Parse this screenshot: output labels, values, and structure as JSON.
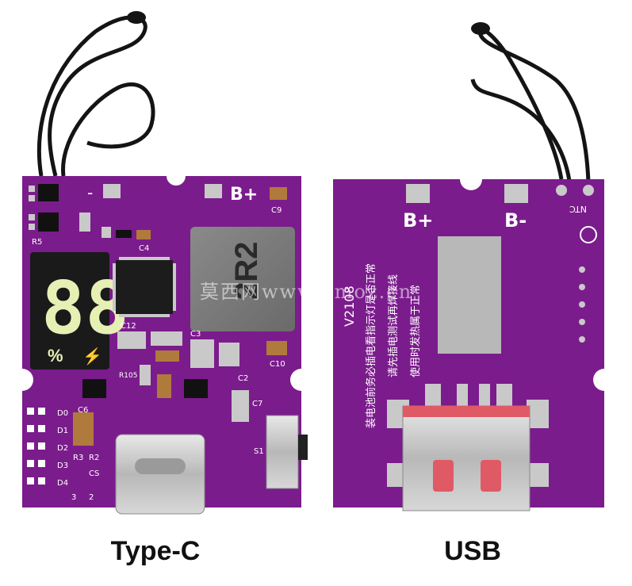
{
  "captions": {
    "left": "Type-C",
    "right": "USB"
  },
  "watermark": "莫西网www.dmoz.cn",
  "front_board": {
    "labels": {
      "minus": "-",
      "bplus": "B+",
      "c9": "C9",
      "r5": "R5",
      "c4": "C4",
      "inductor": "2R2",
      "c12": "C12",
      "c3": "C3",
      "r105": "R105",
      "c10": "C10",
      "c2": "C2",
      "c7": "C7",
      "c6": "C6",
      "s1": "S1",
      "d0": "D0",
      "d1": "D1",
      "d2": "D2",
      "r3": "R3",
      "r2": "R2",
      "d3": "D3",
      "d4": "D4",
      "cs": "CS",
      "num3": "3",
      "num2": "2"
    },
    "display": {
      "digits": "88",
      "percent": "%",
      "bolt": "⚡"
    }
  },
  "back_board": {
    "labels": {
      "bplus": "B+",
      "bminus": "B-",
      "ntc": "NTC",
      "version": "V2108",
      "note_1": "装电池前务必插电看指示灯是否正常",
      "note_2": "请先插电测试再焊接线",
      "note_3": "使用时发热属于正常"
    }
  },
  "colors": {
    "pcb": "#7b1c8c",
    "pcb_dark": "#5c1168",
    "pad": "#c9c9c9",
    "display_bg": "#1a1a1a",
    "segment": "#e6f0b4",
    "wire": "#141414",
    "usb_pad": "#e05a66"
  }
}
